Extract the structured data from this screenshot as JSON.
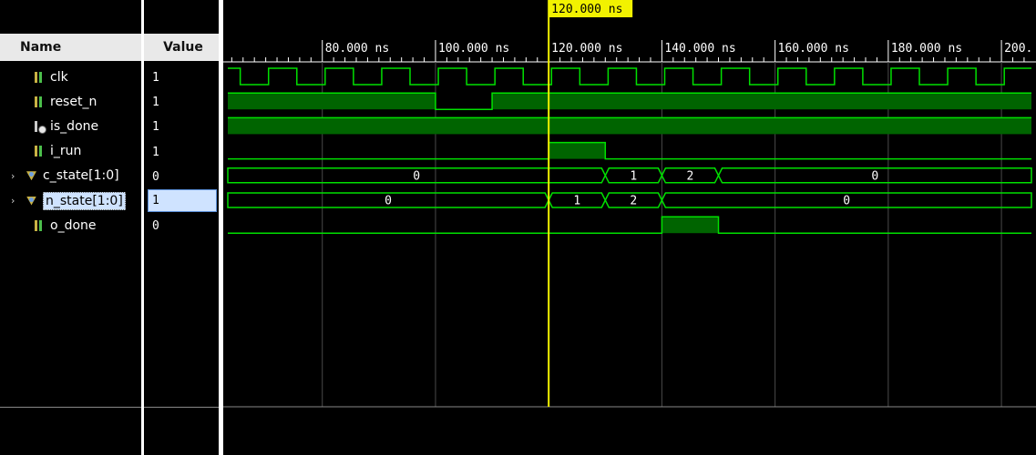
{
  "columns": {
    "name": "Name",
    "value": "Value"
  },
  "signals": [
    {
      "name": "clk",
      "value": "1",
      "icon": "scalar-input-icon",
      "expandable": false
    },
    {
      "name": "reset_n",
      "value": "1",
      "icon": "scalar-input-icon",
      "expandable": false
    },
    {
      "name": "is_done",
      "value": "1",
      "icon": "scalar-output-icon",
      "expandable": false
    },
    {
      "name": "i_run",
      "value": "1",
      "icon": "scalar-input-icon",
      "expandable": false
    },
    {
      "name": "c_state[1:0]",
      "value": "0",
      "icon": "vector-icon",
      "expandable": true
    },
    {
      "name": "n_state[1:0]",
      "value": "1",
      "icon": "vector-icon",
      "expandable": true,
      "selected": true
    },
    {
      "name": "o_done",
      "value": "0",
      "icon": "scalar-input-icon",
      "expandable": false
    }
  ],
  "timeline": {
    "unit": "ns",
    "ticks": [
      "80.000 ns",
      "100.000 ns",
      "120.000 ns",
      "140.000 ns",
      "160.000 ns",
      "180.000 ns",
      "200."
    ],
    "tick_values": [
      80,
      100,
      120,
      140,
      160,
      180,
      200
    ],
    "view_start": 63.3,
    "view_end": 205.3,
    "cursor_label": "120.000 ns",
    "cursor_time": 120
  },
  "waves": {
    "clk": {
      "type": "clock",
      "period": 10,
      "high_offset": 0,
      "start_high": [
        64.5,
        65.5
      ]
    },
    "reset_n": {
      "type": "bit",
      "edges": [
        [
          63.3,
          1
        ],
        [
          100,
          0
        ],
        [
          110,
          1
        ]
      ]
    },
    "is_done": {
      "type": "bit",
      "edges": [
        [
          63.3,
          1
        ]
      ]
    },
    "i_run": {
      "type": "bit",
      "edges": [
        [
          63.3,
          0
        ],
        [
          120,
          1
        ],
        [
          130,
          0
        ]
      ]
    },
    "o_done": {
      "type": "bit",
      "edges": [
        [
          63.3,
          0
        ],
        [
          140,
          1
        ],
        [
          150,
          0
        ]
      ]
    },
    "c_state": {
      "type": "bus",
      "segments": [
        [
          63.3,
          130,
          "0"
        ],
        [
          130,
          140,
          "1"
        ],
        [
          140,
          150,
          "2"
        ],
        [
          150,
          205.3,
          "0"
        ]
      ]
    },
    "n_state": {
      "type": "bus",
      "segments": [
        [
          63.3,
          120,
          "0"
        ],
        [
          120,
          130,
          "1"
        ],
        [
          130,
          140,
          "2"
        ],
        [
          140,
          205.3,
          "0"
        ]
      ]
    }
  },
  "colors": {
    "wave": "#00e000",
    "wave_fill": "#006400",
    "cursor": "#f2f200",
    "grid": "#4a4a4a",
    "selected_row": "#cfe3ff"
  }
}
